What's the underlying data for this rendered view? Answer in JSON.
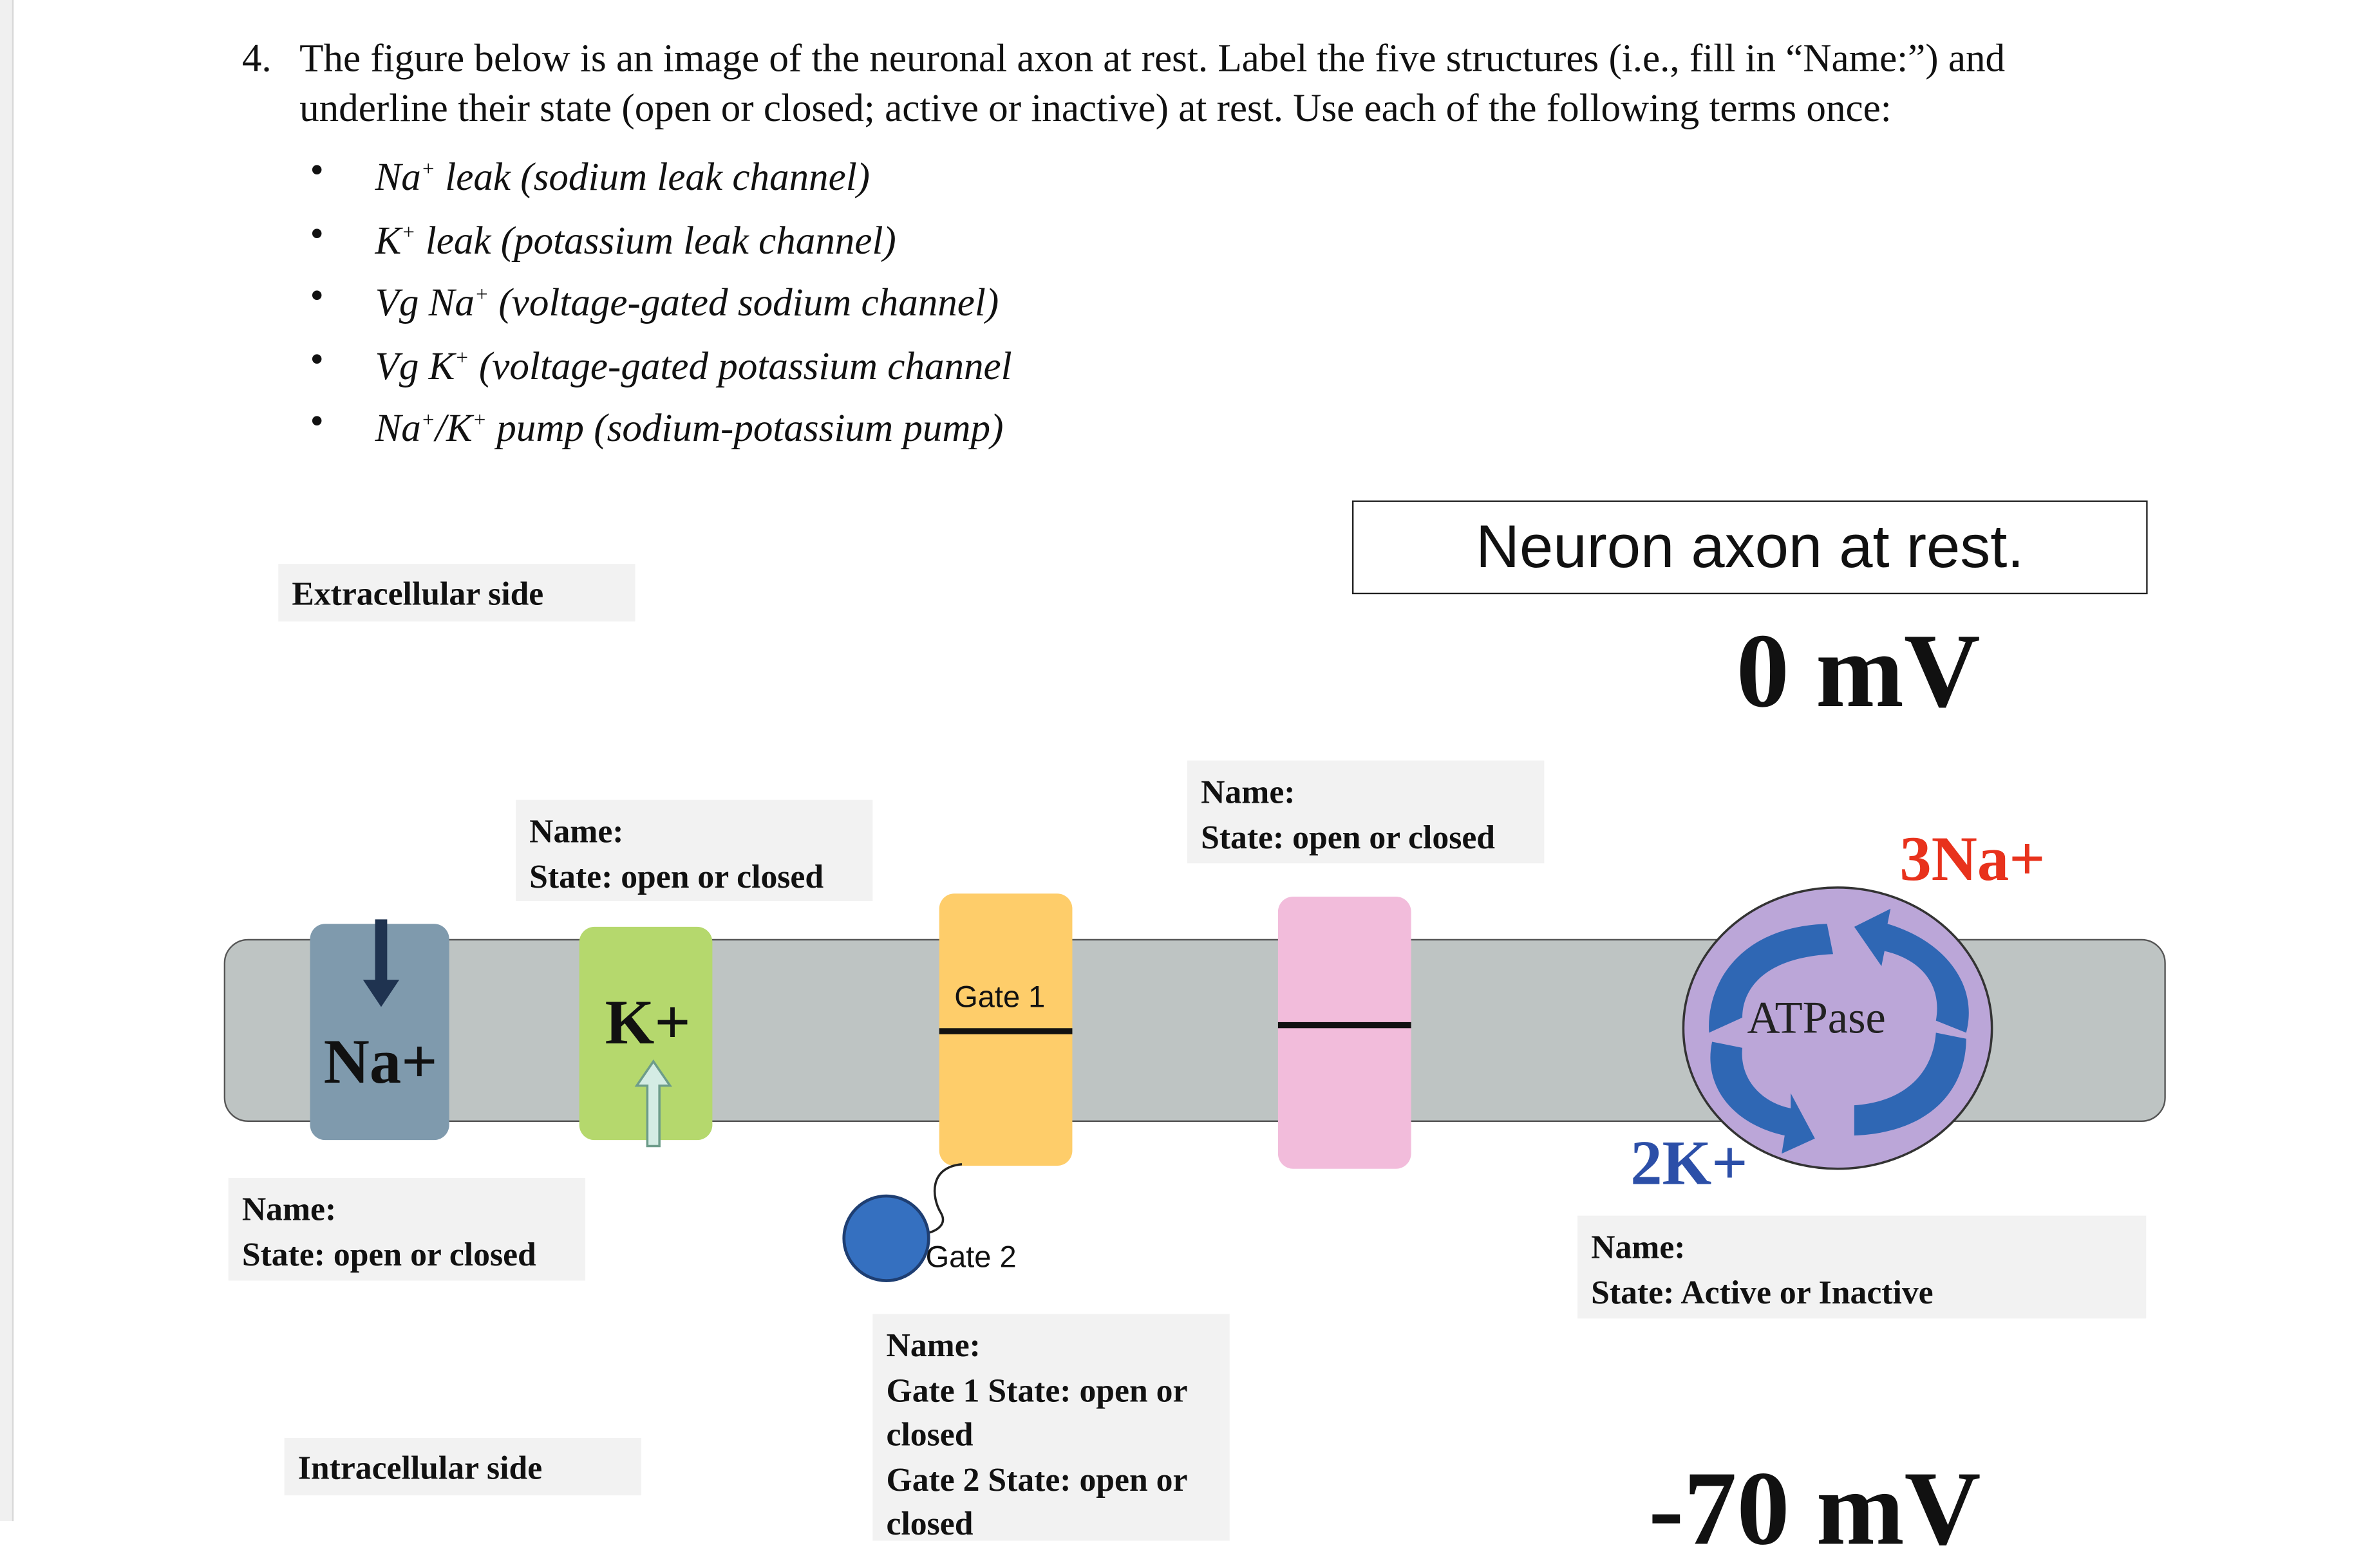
{
  "question": {
    "number": "4.",
    "text": "The figure below is an image of the neuronal axon at rest. Label the five structures (i.e., fill in “Name:”) and underline their state (open or closed; active or inactive) at rest. Use each of the following terms once:",
    "terms": [
      {
        "symbol": "Na",
        "sup": "+",
        "rest": " leak (sodium leak channel)"
      },
      {
        "symbol": "K",
        "sup": "+",
        "rest": " leak (potassium leak channel)"
      },
      {
        "symbol": "Vg Na",
        "sup": "+",
        "rest": " (voltage-gated sodium channel)"
      },
      {
        "symbol": "Vg K",
        "sup": "+",
        "rest": " (voltage-gated potassium channel"
      },
      {
        "symbol": "Na",
        "sup": "+",
        "rest": "/K",
        "sup2": "+",
        "rest2": " pump (sodium-potassium pump)"
      }
    ]
  },
  "figure": {
    "title": "Neuron axon at rest.",
    "extracellular_label": "Extracellular side",
    "intracellular_label": "Intracellular side",
    "outside_voltage": "0 mV",
    "inside_voltage": "-70 mV",
    "na_leak_label": "Na+",
    "k_leak_label": "K+",
    "gate1_label": "Gate 1",
    "gate2_label": "Gate 2",
    "pump_label": "ATPase",
    "pump_out_ions": "3Na+",
    "pump_in_ions": "2K+",
    "colors": {
      "membrane": "#bec4c3",
      "na_leak": "#7f9aad",
      "k_leak": "#b5d86d",
      "vg_na": "#fecd6a",
      "vg_k": "#f2bcdb",
      "pump": "#bba6d8",
      "arrow_blue": "#2f67b4",
      "sodium_red": "#e8321c",
      "potassium_blue": "#2c4fa8"
    },
    "boxes": {
      "na_leak": {
        "name": "Name:",
        "state": "State: open or closed"
      },
      "k_leak": {
        "name": "Name:",
        "state": "State: open or closed"
      },
      "vg_k": {
        "name": "Name:",
        "state": "State: open or closed"
      },
      "vg_na": {
        "name": "Name:",
        "gate1": "Gate 1 State: open or closed",
        "gate2": "Gate 2 State: open or closed"
      },
      "pump": {
        "name": "Name:",
        "state": "State: Active or Inactive"
      }
    }
  }
}
